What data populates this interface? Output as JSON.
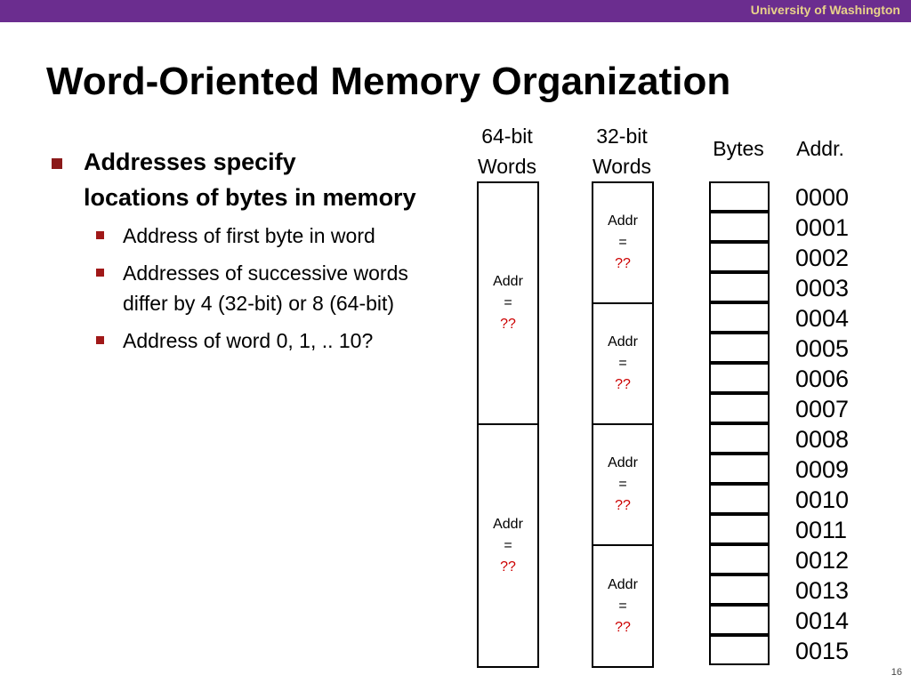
{
  "header": {
    "institution": "University of Washington"
  },
  "slide": {
    "title": "Word-Oriented Memory Organization",
    "page_number": "16"
  },
  "bullets": {
    "main": [
      "Addresses specify",
      "locations of bytes in memory"
    ],
    "sub": [
      "Address of first byte in word",
      "Addresses of successive words",
      "differ by 4 (32-bit) or 8 (64-bit)",
      "Address of word 0, 1, .. 10?"
    ]
  },
  "diagram": {
    "headers": {
      "words64": [
        "64-bit",
        "Words"
      ],
      "words32": [
        "32-bit",
        "Words"
      ],
      "bytes": "Bytes",
      "addr": "Addr."
    },
    "word_label": {
      "line1": "Addr",
      "line2": "=",
      "line3": "??"
    },
    "addresses": [
      "0000",
      "0001",
      "0002",
      "0003",
      "0004",
      "0005",
      "0006",
      "0007",
      "0008",
      "0009",
      "0010",
      "0011",
      "0012",
      "0013",
      "0014",
      "0015"
    ]
  }
}
